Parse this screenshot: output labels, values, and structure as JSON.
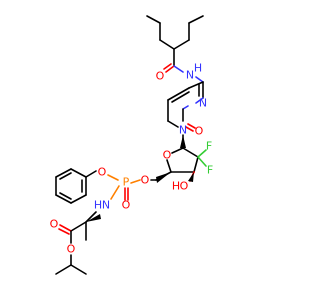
{
  "molecule": {
    "colors": {
      "carbon": "#000000",
      "nitrogen": "#3333ff",
      "oxygen": "#ff0000",
      "fluorine": "#33cc33",
      "phosphorus": "#ff8000"
    },
    "atom_labels": {
      "o_amide": "O",
      "n_amide": "N",
      "h_amide": "H",
      "n_ring_top": "N",
      "n_ring_bottom": "N",
      "o_carbonyl": "O",
      "f_top": "F",
      "f_side": "F",
      "o_furanose": "O",
      "o_hydroxyl": "O",
      "h_hydroxyl": "H",
      "o_ester_link": "O",
      "p_center": "P",
      "o_phenoxy": "O",
      "o_phosphoryl": "O",
      "h_amine": "H",
      "n_amine": "N",
      "o_ester_carbonyl": "O",
      "o_ester": "O"
    }
  }
}
